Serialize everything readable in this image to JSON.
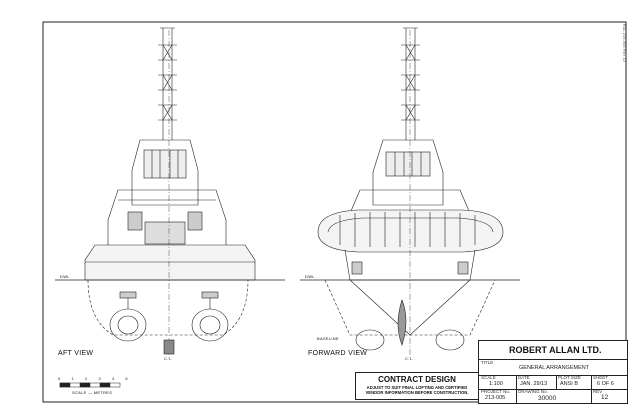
{
  "views": {
    "aft_label": "AFT VIEW",
    "forward_label": "FORWARD VIEW",
    "dwl_left": "DWL",
    "dwl_right": "DWL",
    "baseline": "BASELINE",
    "cl_left": "C.L.",
    "cl_right": "C.L."
  },
  "scale_bar": {
    "ticks": [
      "0",
      "1",
      "2",
      "3",
      "4",
      "5"
    ],
    "caption": "SCALE — METRES"
  },
  "stamp": {
    "title": "CONTRACT DESIGN",
    "line1": "ADJUST TO SUIT FINAL LOFTING AND CERTIFIED",
    "line2": "VENDOR INFORMATION BEFORE CONSTRUCTION."
  },
  "title_block": {
    "company": "ROBERT ALLAN LTD.",
    "title_caption": "TITLE",
    "title": "GENERAL ARRANGEMENT",
    "scale_caption": "SCALE",
    "scale": "1:100",
    "date_caption": "DATE",
    "date": "JAN. 29/13",
    "plot_caption": "PLOT SIZE",
    "plot": "ANSI B",
    "sheet_caption": "SHEET",
    "sheet": "6 OF 6",
    "project_caption": "PROJECT No.",
    "project": "213-005",
    "drawing_caption": "DRAWING No.",
    "drawing": "30000",
    "rev_caption": "REV",
    "rev": "12"
  },
  "file_ref": "RAL 213-005 Rev 12"
}
